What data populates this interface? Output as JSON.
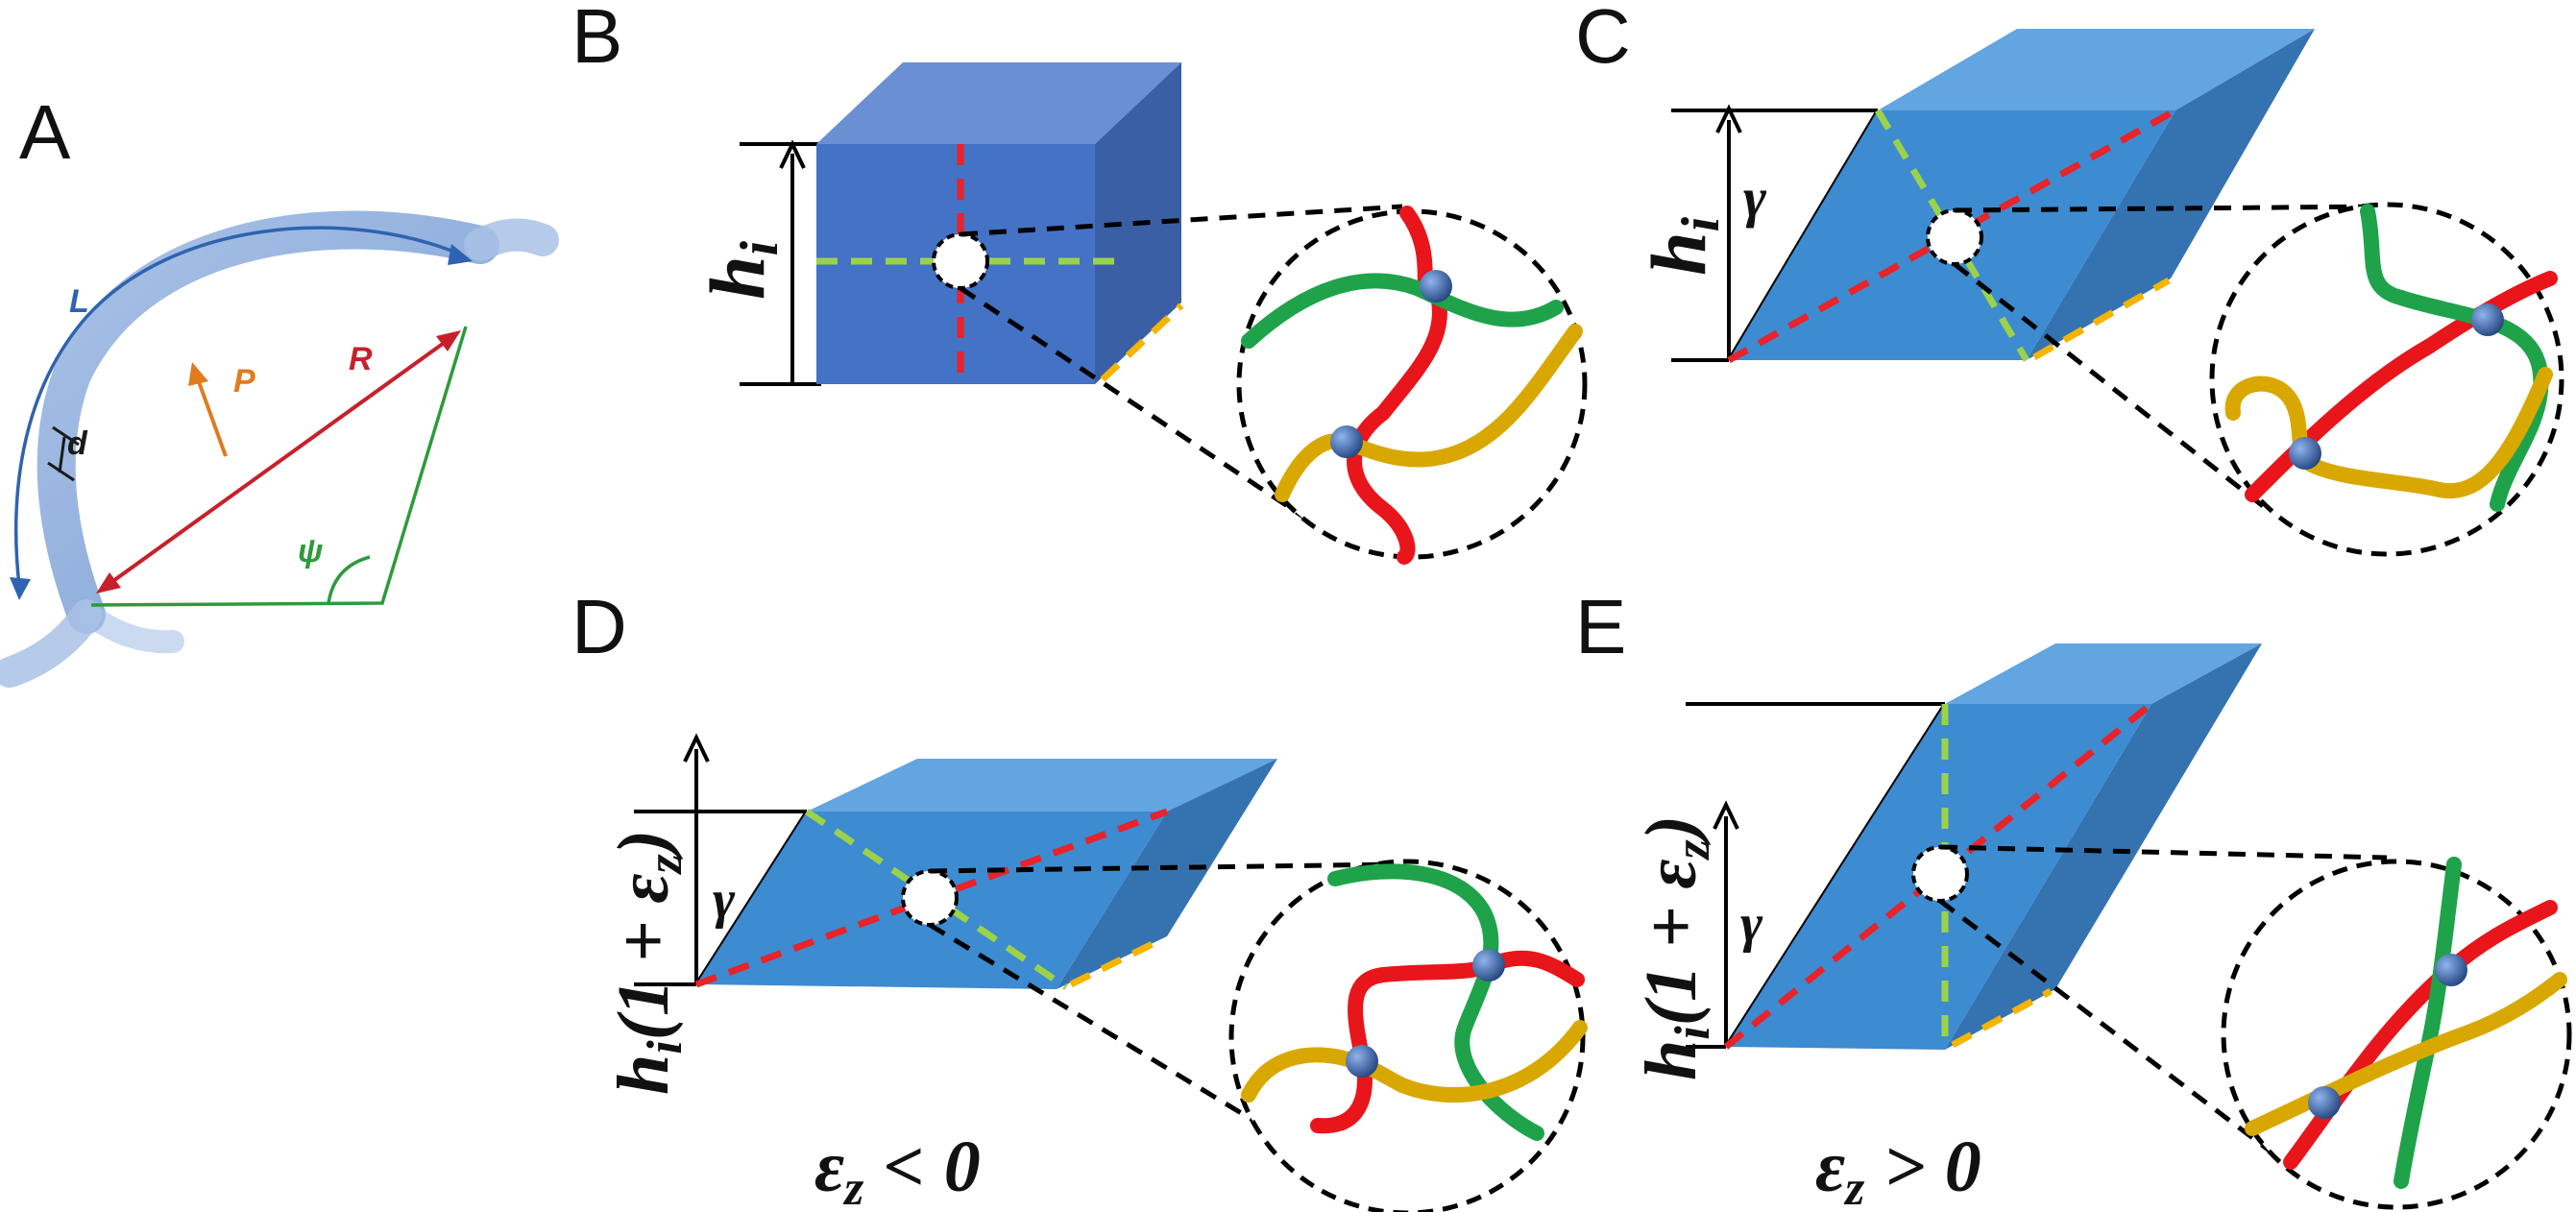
{
  "panels": {
    "a": {
      "letter": "A",
      "labels": {
        "L": "L",
        "P": "P",
        "R": "R",
        "d": "d",
        "psi": "ψ"
      }
    },
    "b": {
      "letter": "B",
      "height": {
        "sym": "h",
        "sub": "i"
      }
    },
    "c": {
      "letter": "C",
      "height": {
        "sym": "h",
        "sub": "i"
      },
      "shear": "γ"
    },
    "d": {
      "letter": "D",
      "height": {
        "sym": "h",
        "sub": "i",
        "open": "(",
        "one": "1",
        "plus": "+",
        "eps": "ε",
        "epssub": "z",
        "close": ")"
      },
      "shear": "γ",
      "condition": {
        "eps": "ε",
        "sub": "z",
        "rel": "<",
        "val": "0"
      }
    },
    "e": {
      "letter": "E",
      "height": {
        "sym": "h",
        "sub": "i",
        "open": "(",
        "one": "1",
        "plus": "+",
        "eps": "ε",
        "epssub": "z",
        "close": ")"
      },
      "shear": "γ",
      "condition": {
        "eps": "ε",
        "sub": "z",
        "rel": ">",
        "val": "0"
      }
    }
  },
  "colors": {
    "cube_front": "#4472c4",
    "cube_side": "#3a5fa5",
    "cube_top": "#6a8fd2",
    "prism_front": "#3d8bd0",
    "prism_side": "#3573b0",
    "prism_top": "#62a5e0",
    "red_dash": "#e8232a",
    "green_dash": "#9bd24a",
    "yellow_dash": "#f4b400",
    "chain_red": "#e8151b",
    "chain_green": "#1ea34a",
    "chain_yellow": "#d9a800",
    "node": "#2f5ca8",
    "filament": "#8fb0dc",
    "label_blue": "#2f63b0",
    "label_orange": "#e07b1f",
    "label_red": "#c8202a",
    "label_green": "#2e9a3c"
  }
}
